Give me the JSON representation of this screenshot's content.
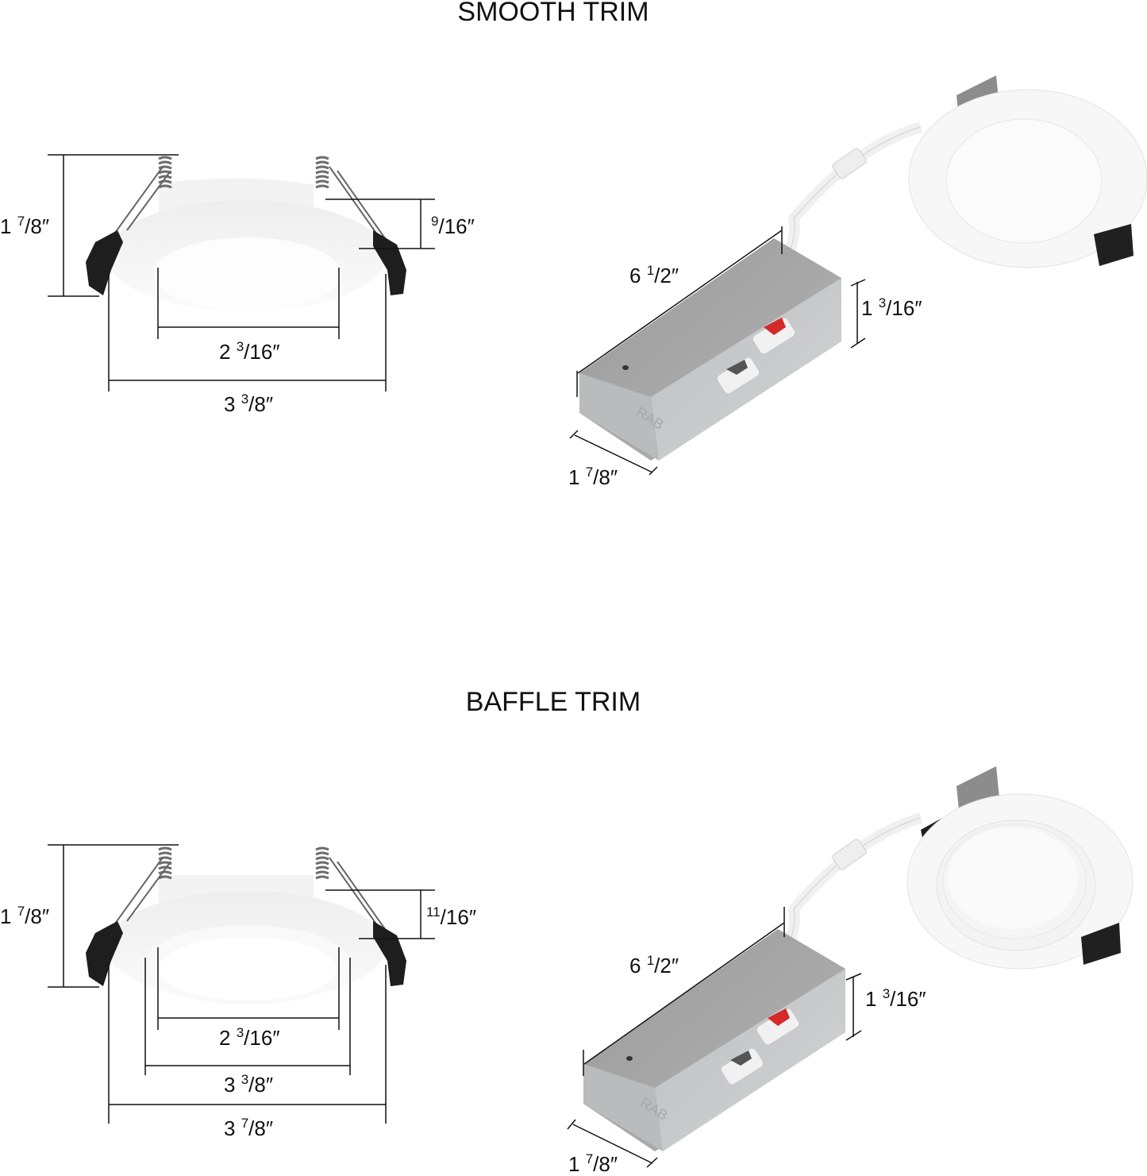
{
  "sections": [
    {
      "title": "SMOOTH TRIM",
      "side_view": {
        "height": {
          "whole": "1",
          "num": "7",
          "den": "8",
          "unit": "″"
        },
        "trim_height": {
          "whole": "",
          "num": "9",
          "den": "16",
          "unit": "″"
        },
        "aperture": {
          "whole": "2",
          "num": "3",
          "den": "16",
          "unit": "″"
        },
        "outer_diameter": {
          "whole": "3",
          "num": "3",
          "den": "8",
          "unit": "″"
        }
      },
      "junction_box": {
        "length": {
          "whole": "6",
          "num": "1",
          "den": "2",
          "unit": "″"
        },
        "height": {
          "whole": "1",
          "num": "3",
          "den": "16",
          "unit": "″"
        },
        "width": {
          "whole": "1",
          "num": "7",
          "den": "8",
          "unit": "″"
        },
        "brand_mark": "RAB"
      }
    },
    {
      "title": "BAFFLE TRIM",
      "side_view": {
        "height": {
          "whole": "1",
          "num": "7",
          "den": "8",
          "unit": "″"
        },
        "trim_height": {
          "whole": "",
          "num": "11",
          "den": "16",
          "unit": "″"
        },
        "aperture": {
          "whole": "2",
          "num": "3",
          "den": "16",
          "unit": "″"
        },
        "baffle_diameter": {
          "whole": "3",
          "num": "3",
          "den": "8",
          "unit": "″"
        },
        "outer_diameter": {
          "whole": "3",
          "num": "7",
          "den": "8",
          "unit": "″"
        }
      },
      "junction_box": {
        "length": {
          "whole": "6",
          "num": "1",
          "den": "2",
          "unit": "″"
        },
        "height": {
          "whole": "1",
          "num": "3",
          "den": "16",
          "unit": "″"
        },
        "width": {
          "whole": "1",
          "num": "7",
          "den": "8",
          "unit": "″"
        },
        "brand_mark": "RAB"
      }
    }
  ],
  "colors": {
    "dimension_line": "#111111",
    "fixture_white": "#f7f7f7",
    "clip_black": "#1e1e1e",
    "spring_metal": "#8a8a8a",
    "box_gray": "#a9a9a9",
    "box_light": "#c8cacb",
    "connector_red": "#d42a2a"
  }
}
